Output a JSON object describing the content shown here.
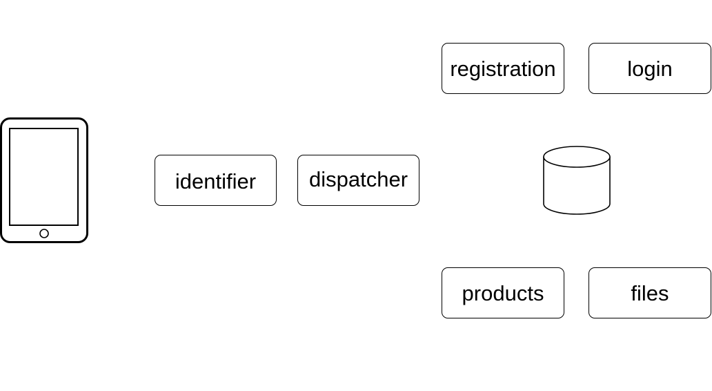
{
  "diagram": {
    "device": {
      "icon": "tablet-icon"
    },
    "database": {
      "icon": "database-cylinder-icon"
    },
    "nodes": {
      "identifier": "identifier",
      "dispatcher": "dispatcher",
      "registration": "registration",
      "login": "login",
      "products": "products",
      "files": "files"
    }
  }
}
